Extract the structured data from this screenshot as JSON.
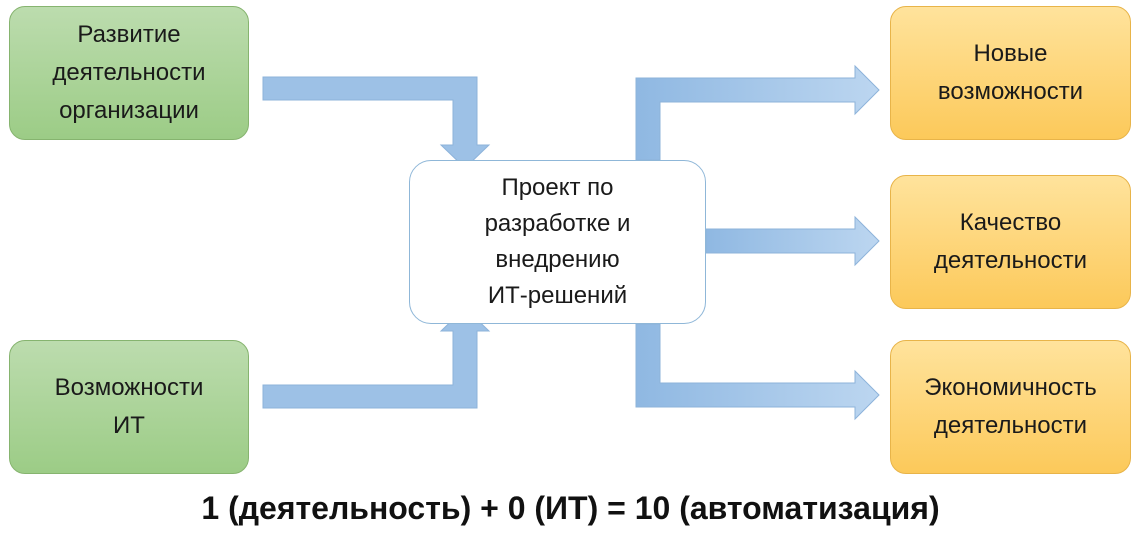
{
  "inputs": {
    "business": "Развитие\nдеятельности\nорганизации",
    "it": "Возможности\nИТ"
  },
  "center": {
    "text": "Проект по\nразработке и\nвнедрению\nИТ-решений"
  },
  "outputs": {
    "new_opportunities": "Новые\nвозможности",
    "quality": "Качество\nдеятельности",
    "efficiency": "Экономичность\nдеятельности"
  },
  "formula": "1 (деятельность) + 0 (ИТ) = 10 (автоматизация)",
  "colors": {
    "input_fill": "#a9d396",
    "output_fill": "#fdd272",
    "arrow_fill": "#9dc1e6",
    "center_border": "#8fb7d8"
  }
}
